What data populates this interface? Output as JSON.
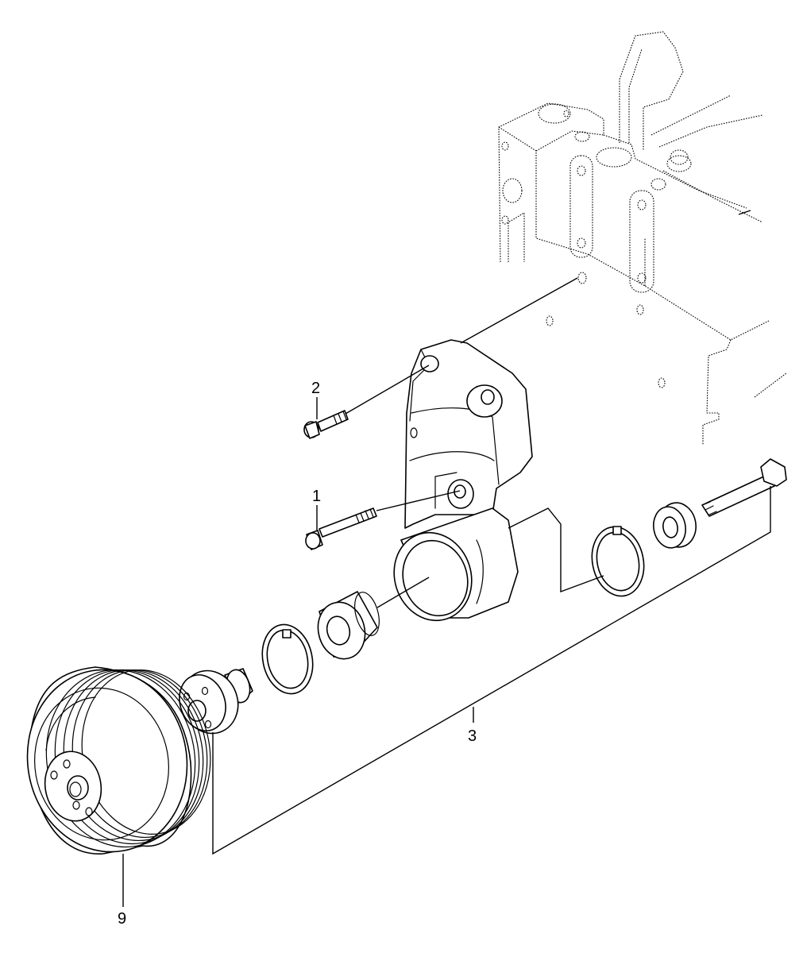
{
  "callouts": {
    "bolt_long": "1",
    "bolt_short": "2",
    "tensioner_assembly": "3",
    "pulley": "9"
  },
  "colors": {
    "line": "#000000",
    "background": "#ffffff"
  }
}
